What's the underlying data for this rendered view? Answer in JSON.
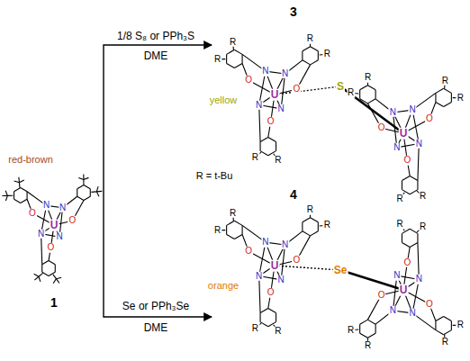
{
  "diagram": {
    "labels": [
      "1/8 S₈ or PPh₃S",
      "DME",
      "3",
      "yellow",
      "red-brown",
      "1",
      "R = t-Bu",
      "Se or PPh₃Se",
      "DME",
      "4",
      "orange",
      "S",
      "Se",
      "O",
      "N",
      "N",
      "U",
      "N",
      "N",
      "O",
      "O",
      "R",
      "R",
      "R",
      "R",
      "R",
      "R",
      "O",
      "N",
      "N",
      "U",
      "N",
      "N",
      "O",
      "O",
      "R",
      "R",
      "R",
      "R",
      "R",
      "R",
      "O",
      "N",
      "N",
      "U",
      "N",
      "N",
      "O",
      "O",
      "R",
      "R",
      "R",
      "R",
      "R",
      "R",
      "O",
      "N",
      "N",
      "U",
      "N",
      "N",
      "O",
      "O",
      "R",
      "R",
      "R",
      "R",
      "R",
      "R",
      "O",
      "N",
      "N",
      "U",
      "N",
      "N",
      "O",
      "O"
    ]
  }
}
